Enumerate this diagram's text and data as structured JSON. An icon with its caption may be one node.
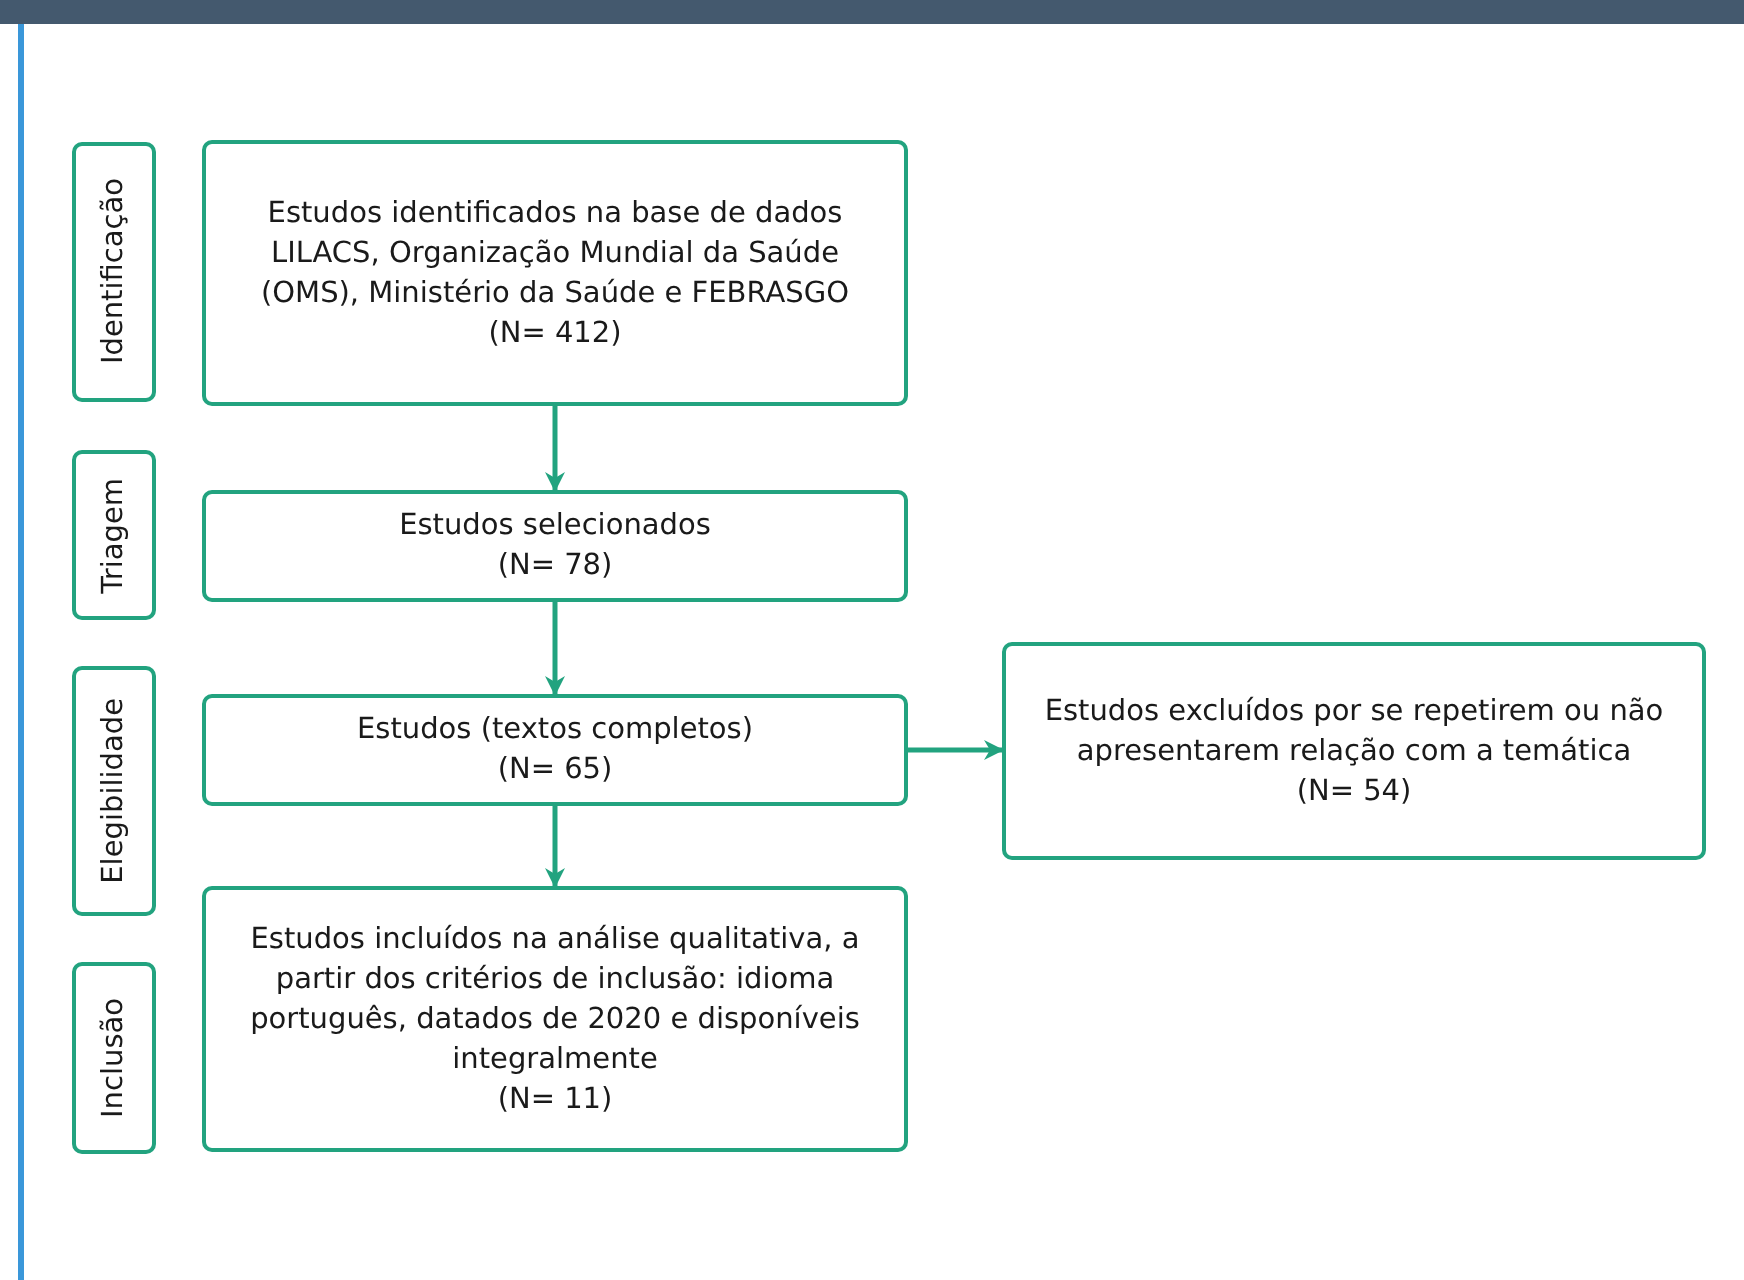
{
  "diagram": {
    "nodes": [
      {
        "text": [
          "Identificação"
        ]
      },
      {
        "text": [
          "Estudos identificados na base de dados LILACS, Organização Mundial da Saúde (OMS), Ministério da Saúde e FEBRASGO",
          "(N= 412)"
        ]
      },
      {
        "text": [
          "Triagem"
        ]
      },
      {
        "text": [
          "Estudos selecionados",
          "(N= 78)"
        ]
      },
      {
        "text": [
          "Elegibilidade"
        ]
      },
      {
        "text": [
          "Estudos (textos completos)",
          "(N= 65)"
        ]
      },
      {
        "text": [
          "Estudos excluídos por se repetirem ou não apresentarem relação com a temática",
          "(N= 54)"
        ]
      },
      {
        "text": [
          "Inclusão"
        ]
      },
      {
        "text": [
          "Estudos incluídos na análise qualitativa, a partir dos critérios de inclusão: idioma português, datados de 2020 e disponíveis integralmente",
          "(N= 11)"
        ]
      }
    ],
    "edges": [
      {
        "from": 1,
        "to": 3,
        "arrow": "to"
      },
      {
        "from": 3,
        "to": 5,
        "arrow": "to"
      },
      {
        "from": 5,
        "to": 8,
        "arrow": "to"
      },
      {
        "from": 5,
        "to": 6,
        "arrow": "to"
      }
    ]
  }
}
